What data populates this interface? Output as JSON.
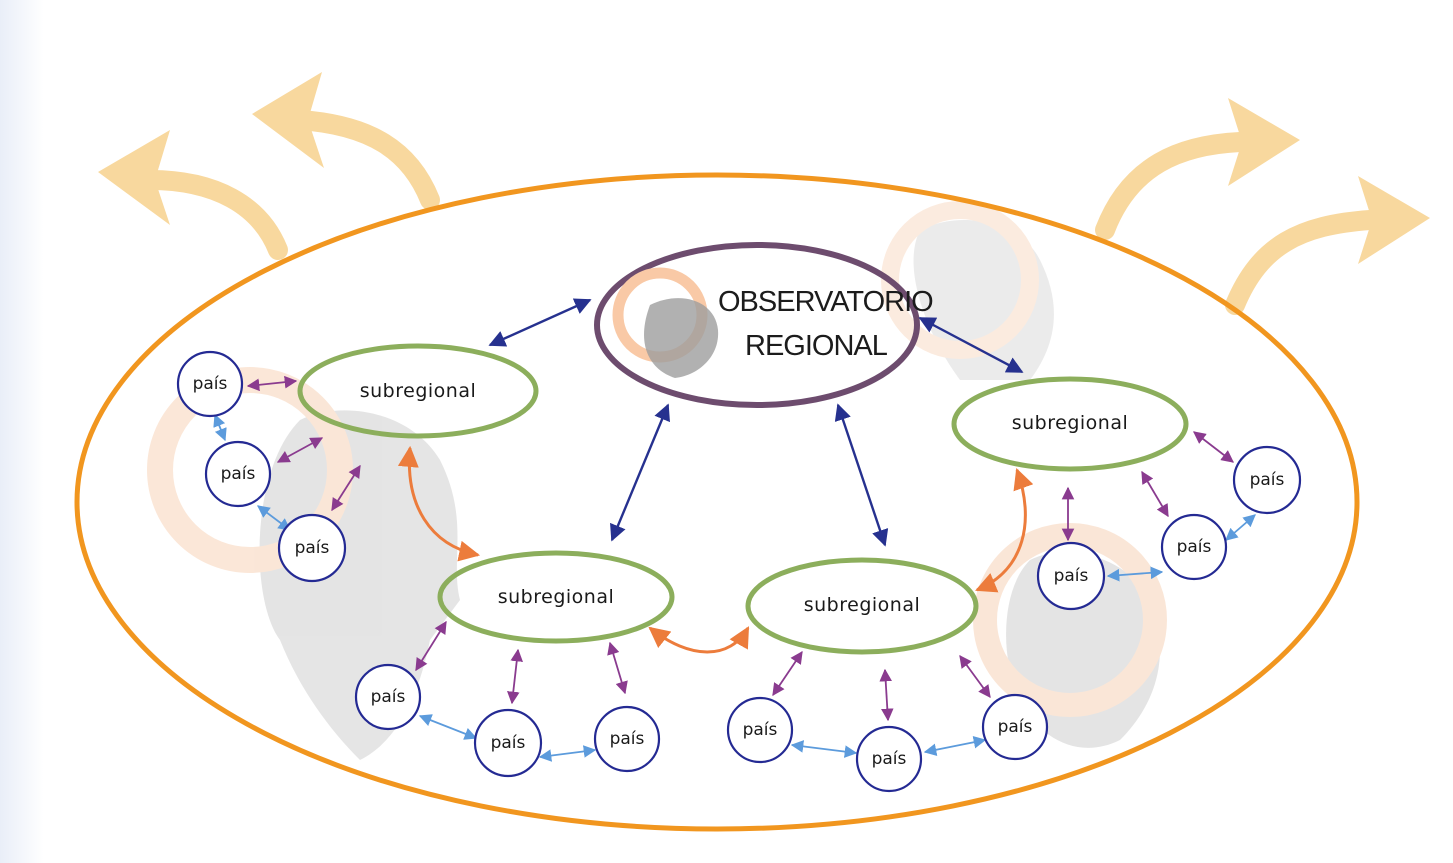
{
  "observatory": {
    "line1": "OBSERVATORIO",
    "line2": "REGIONAL"
  },
  "subregional_label": "subregional",
  "country_label": "país",
  "colors": {
    "outer_ring": "#f1961f",
    "expansion_arrows": "#f8d89e",
    "observatory_ring": "#6d4c6e",
    "subregional_ring": "#8cae5c",
    "country_ring": "#242a93",
    "link_obs_sub": "#26318f",
    "link_sub_sub": "#ec7c3c",
    "link_sub_country": "#8a3b8f",
    "link_country_country": "#5c9bdc",
    "watermark": "#d8d8d8"
  }
}
